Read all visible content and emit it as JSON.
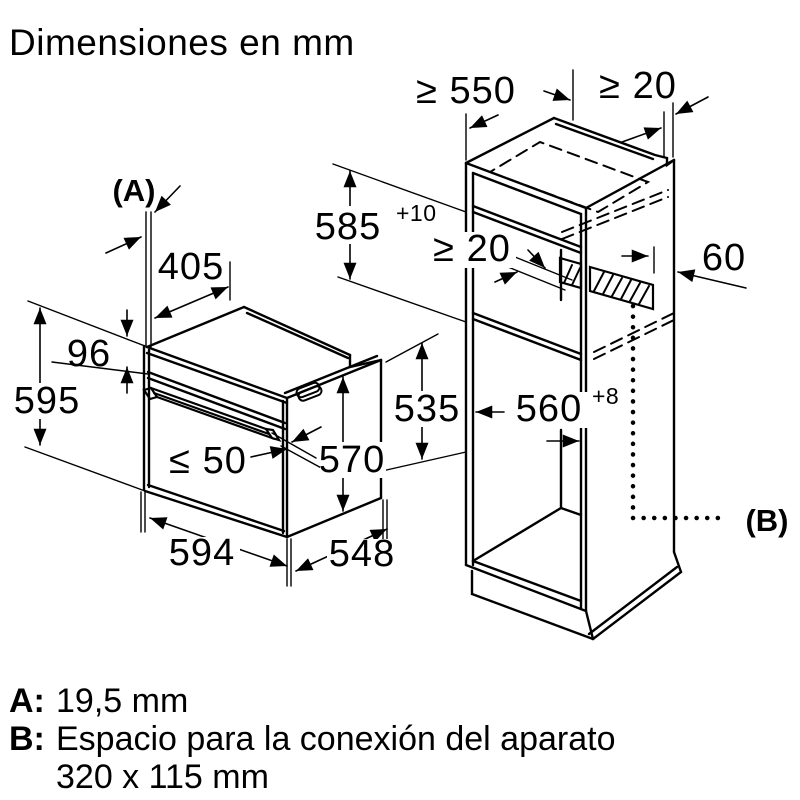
{
  "title": "Dimensiones en mm",
  "colors": {
    "line": "#000000",
    "background": "#ffffff"
  },
  "oven": {
    "ref_a": "(A)",
    "top_depth": "405",
    "panel_height": "96",
    "front_height": "595",
    "handle_protrusion": "≤ 50",
    "body_height": "570",
    "width": "594",
    "depth": "548"
  },
  "cabinet": {
    "depth_min": "≥ 550",
    "wall_gap": "≥ 20",
    "niche_height": "585",
    "niche_height_tol": "+10",
    "vent_gap": "≥ 20",
    "rear_member_depth": "60",
    "clearance_height": "535",
    "niche_width": "560",
    "niche_width_tol": "+8",
    "ref_b": "(B)"
  },
  "legend": {
    "a_key": "A:",
    "a_value": "19,5 mm",
    "b_key": "B:",
    "b_value_line1": "Espacio para la conexión del aparato",
    "b_value_line2": "320 x 115 mm"
  }
}
